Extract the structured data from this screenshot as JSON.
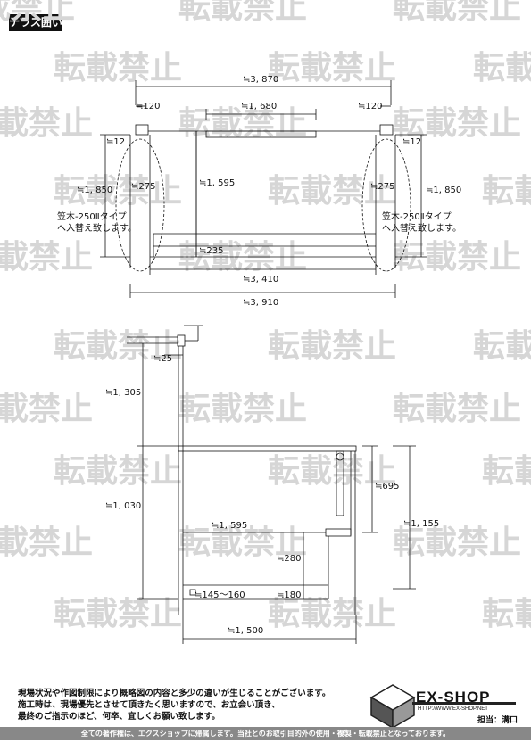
{
  "title": "テラス囲い",
  "watermark": "転載禁止",
  "top_view": {
    "overall_width": "≒3, 870",
    "post_left": "≒120",
    "post_right": "≒120",
    "center_span": "≒1, 680",
    "offset_left": "≒12",
    "offset_right": "≒12",
    "height_left": "≒1, 850",
    "height_right": "≒1, 850",
    "depth_left": "≒275",
    "depth_right": "≒275",
    "inner_height": "≒1, 595",
    "bottom_depth": "≒235",
    "inner_width": "≒3, 410",
    "outer_width": "≒3, 910",
    "note_left": [
      "笠木-250Ⅱタイプ",
      "へ入替え致します。"
    ],
    "note_right": [
      "笠木-250Ⅱタイプ",
      "へ入替え致します。"
    ]
  },
  "side_view": {
    "post_offset": "≒25",
    "upper_height": "≒1, 305",
    "lower_height": "≒1, 030",
    "depth": "≒1, 595",
    "front_height": "≒695",
    "total_front_height": "≒1, 155",
    "step_height": "≒280",
    "step_range": "≒145～160",
    "step_depth": "≒180",
    "base_width": "≒1, 500"
  },
  "notes": [
    "現場状況や作図制限により概略図の内容と多少の違いが生じることがございます。",
    "施工時は、現場優先とさせて頂きたく思いますので、お立会い頂き、",
    "最終のご指示のほど、何卒、宜しくお願い致します。"
  ],
  "brand": "EX-SHOP",
  "site": "HTTP://WWW.EX-SHOP.NET",
  "person": "担当：溝口",
  "footer": "全ての著作権は、エクスショップに帰属します。当社とのお取引目的外の使用・複製・転載禁止となっております。"
}
